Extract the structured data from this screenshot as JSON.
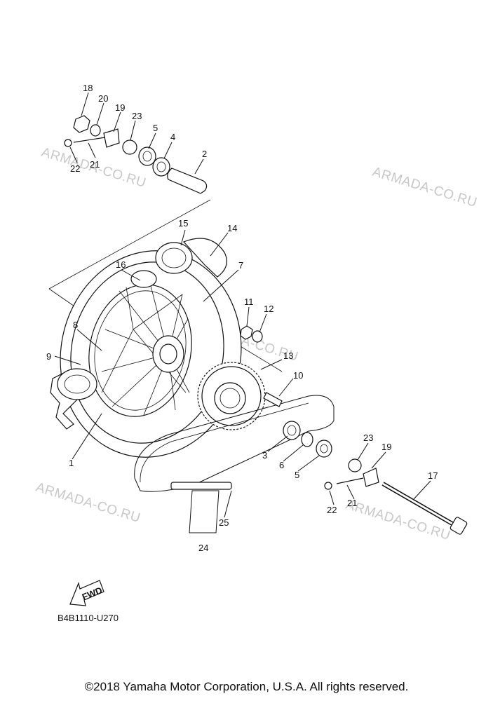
{
  "callouts": [
    "1",
    "2",
    "3",
    "4",
    "5",
    "5",
    "6",
    "7",
    "8",
    "9",
    "10",
    "11",
    "12",
    "13",
    "14",
    "15",
    "16",
    "17",
    "18",
    "19",
    "19",
    "20",
    "21",
    "21",
    "22",
    "22",
    "23",
    "23",
    "24",
    "25"
  ],
  "watermarks": [
    "ARMADA-CO.RU",
    "ARMADA-CO.RU",
    "ARMADA-CO.RU",
    "ARMADA-CO.RU",
    "ARMADA-CO.RU"
  ],
  "fwd_label": "FWD",
  "diagram_code": "B4B1110-U270",
  "copyright": "©2018 Yamaha Motor Corporation, U.S.A. All rights reserved."
}
